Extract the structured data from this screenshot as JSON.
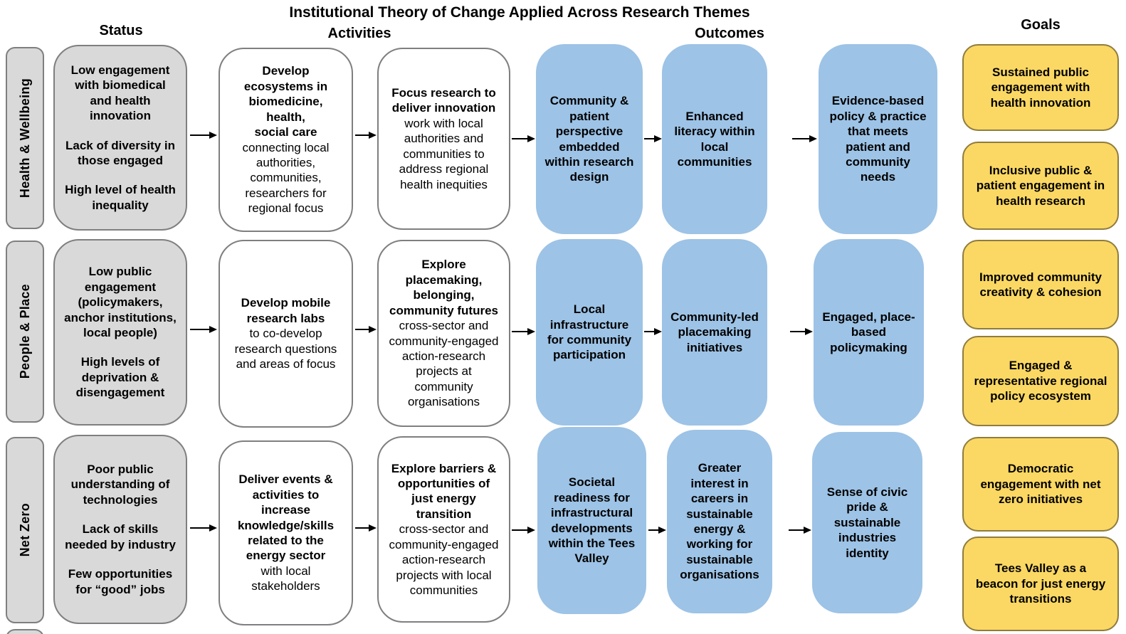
{
  "title": "Institutional Theory of Change Applied Across Research Themes",
  "columns": {
    "status": "Status",
    "activities": "Activities",
    "outcomes": "Outcomes",
    "goals": "Goals"
  },
  "colors": {
    "status_fill": "#d9d9d9",
    "status_border": "#7f7f7f",
    "activity_fill": "#ffffff",
    "activity_border": "#7f7f7f",
    "outcome_fill": "#9dc3e6",
    "goal_fill": "#fbd863",
    "goal_border": "#8f7c3f",
    "arrow": "#000000",
    "text": "#000000"
  },
  "rows": [
    {
      "theme": "Health & Wellbeing",
      "status": [
        "Low engagement with biomedical and health innovation",
        "Lack of diversity in those engaged",
        "High level of health inequality"
      ],
      "activities": [
        {
          "bold": "Develop ecosystems in biomedicine, health,\nsocial care",
          "normal": "connecting local authorities, communities, researchers for regional focus"
        },
        {
          "bold": "Focus research to deliver innovation",
          "normal": "work with local authorities and communities to address regional health inequities"
        }
      ],
      "outcomes": [
        "Community & patient perspective embedded within research design",
        "Enhanced literacy within local communities",
        "Evidence-based policy & practice that meets patient and community needs"
      ],
      "goals": [
        "Sustained public engagement with health innovation",
        "Inclusive public & patient engagement in health research"
      ]
    },
    {
      "theme": "People & Place",
      "status": [
        "Low public engagement (policymakers, anchor institutions, local people)",
        "High levels of deprivation & disengagement"
      ],
      "activities": [
        {
          "bold": "Develop mobile research labs",
          "normal": "to co-develop research questions and areas of focus"
        },
        {
          "bold": "Explore placemaking, belonging, community futures",
          "normal": "cross-sector and community-engaged action-research projects at community organisations"
        }
      ],
      "outcomes": [
        "Local infrastructure for community participation",
        "Community-led placemaking initiatives",
        "Engaged, place-based policymaking"
      ],
      "goals": [
        "Improved community creativity & cohesion",
        "Engaged & representative regional policy ecosystem"
      ]
    },
    {
      "theme": "Net Zero",
      "status": [
        "Poor public understanding of technologies",
        "Lack of skills needed by industry",
        "Few opportunities for “good” jobs"
      ],
      "activities": [
        {
          "bold": "Deliver events & activities to increase knowledge/skills related to the energy sector",
          "normal": "with local stakeholders"
        },
        {
          "bold": "Explore barriers & opportunities of just energy transition",
          "normal": "cross-sector and community-engaged action-research projects with local communities"
        }
      ],
      "outcomes": [
        "Societal readiness for infrastructural developments within the Tees Valley",
        "Greater interest in careers in sustainable energy & working for sustainable organisations",
        "Sense of civic pride & sustainable industries identity"
      ],
      "goals": [
        "Democratic engagement with net zero initiatives",
        "Tees Valley as a beacon for just energy transitions"
      ]
    }
  ]
}
